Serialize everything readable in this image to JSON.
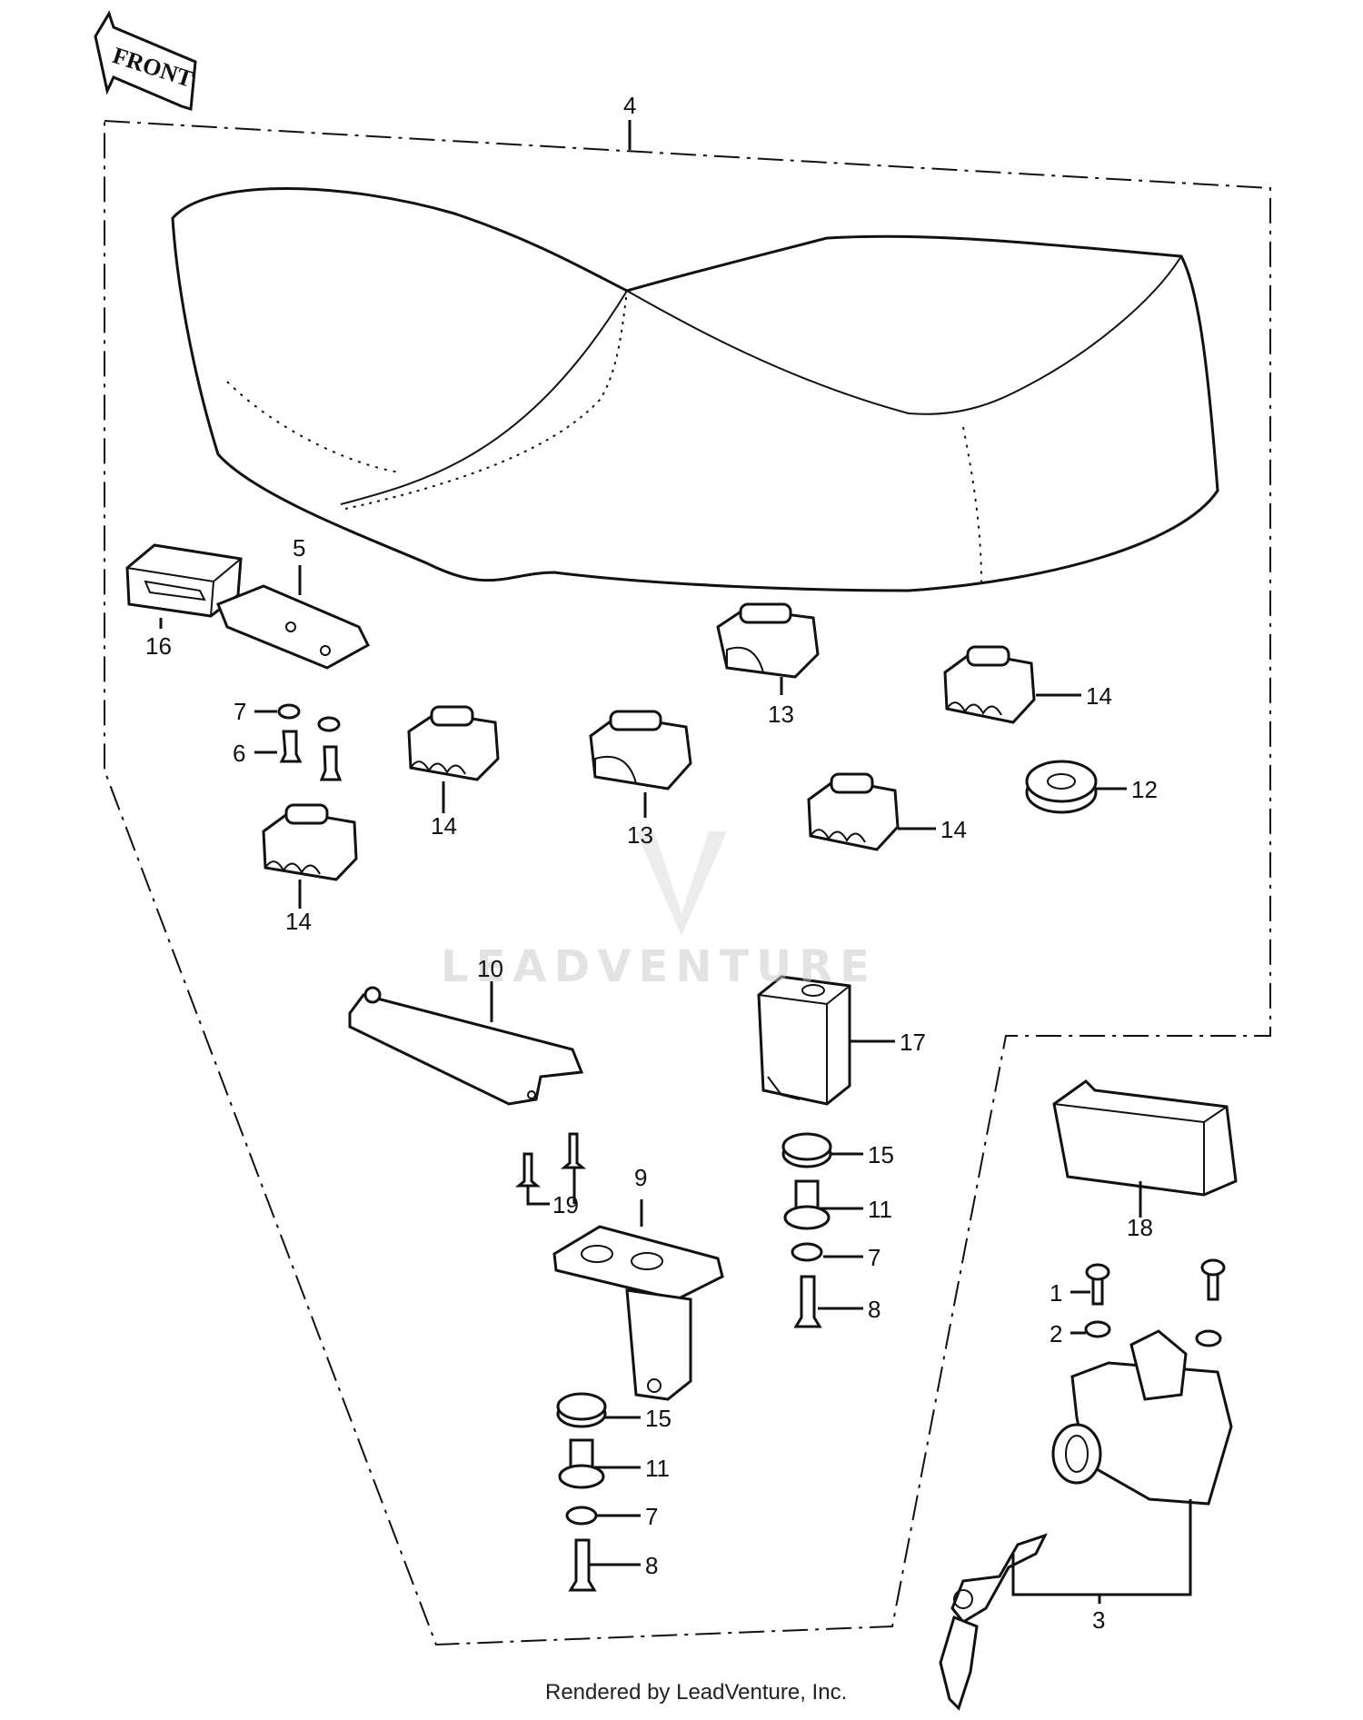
{
  "direction_marker": "FRONT",
  "watermark": "LEADVENTURE",
  "footer": "Rendered by LeadVenture, Inc.",
  "callouts": {
    "c1": "1",
    "c2": "2",
    "c3": "3",
    "c4": "4",
    "c5": "5",
    "c6": "6",
    "c7a": "7",
    "c7b": "7",
    "c7c": "7",
    "c8a": "8",
    "c8b": "8",
    "c9": "9",
    "c10": "10",
    "c11a": "11",
    "c11b": "11",
    "c12": "12",
    "c13a": "13",
    "c13b": "13",
    "c14a": "14",
    "c14b": "14",
    "c14c": "14",
    "c14d": "14",
    "c15a": "15",
    "c15b": "15",
    "c16": "16",
    "c17": "17",
    "c18": "18",
    "c19": "19"
  },
  "colors": {
    "line": "#111111",
    "background": "#ffffff",
    "watermark": "#c9c9c9"
  }
}
